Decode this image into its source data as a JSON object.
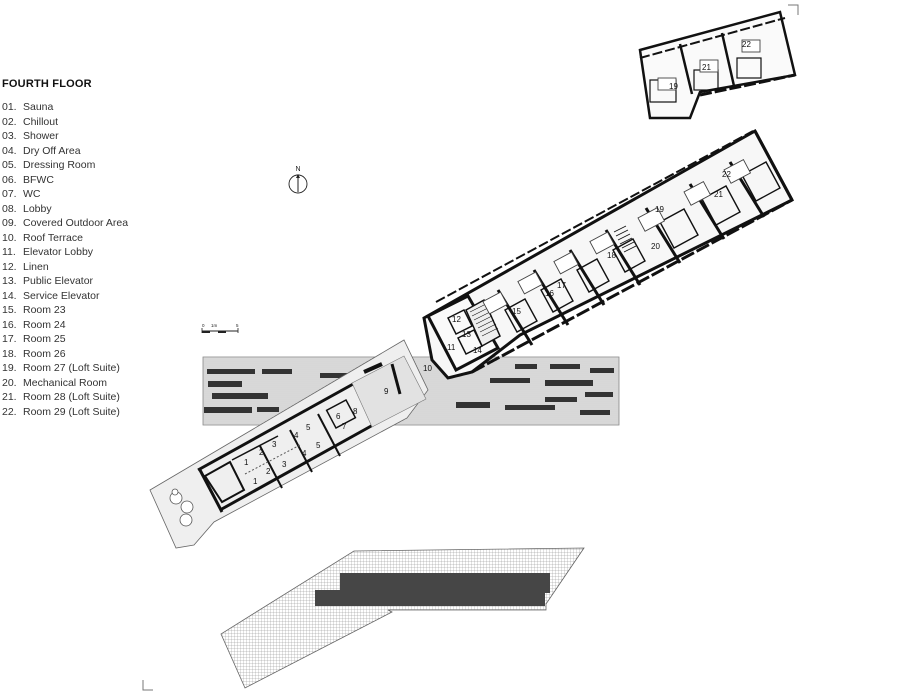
{
  "legend": {
    "title": "FOURTH FLOOR",
    "items": [
      {
        "num": "01.",
        "label": "Sauna"
      },
      {
        "num": "02.",
        "label": "Chillout"
      },
      {
        "num": "03.",
        "label": "Shower"
      },
      {
        "num": "04.",
        "label": "Dry Off Area"
      },
      {
        "num": "05.",
        "label": "Dressing Room"
      },
      {
        "num": "06.",
        "label": "BFWC"
      },
      {
        "num": "07.",
        "label": "WC"
      },
      {
        "num": "08.",
        "label": "Lobby"
      },
      {
        "num": "09.",
        "label": "Covered Outdoor Area"
      },
      {
        "num": "10.",
        "label": "Roof Terrace"
      },
      {
        "num": "11.",
        "label": "Elevator Lobby"
      },
      {
        "num": "12.",
        "label": "Linen"
      },
      {
        "num": "13.",
        "label": "Public Elevator"
      },
      {
        "num": "14.",
        "label": "Service Elevator"
      },
      {
        "num": "15.",
        "label": "Room 23"
      },
      {
        "num": "16.",
        "label": "Room 24"
      },
      {
        "num": "17.",
        "label": "Room 25"
      },
      {
        "num": "18.",
        "label": "Room 26"
      },
      {
        "num": "19.",
        "label": "Room 27 (Loft Suite)"
      },
      {
        "num": "20.",
        "label": "Mechanical Room"
      },
      {
        "num": "21.",
        "label": "Room 28 (Loft Suite)"
      },
      {
        "num": "22.",
        "label": "Room 29 (Loft Suite)"
      }
    ]
  },
  "north_arrow": {
    "label": "N"
  },
  "scale_bar": {
    "zero": "0",
    "one": "1m",
    "five": "5"
  },
  "room_tags": {
    "sauna_1a": "1",
    "sauna_1b": "1",
    "chill_2a": "2",
    "chill_2b": "2",
    "shower_3a": "3",
    "shower_3b": "3",
    "dry_4a": "4",
    "dry_4b": "4",
    "dress_5a": "5",
    "dress_5b": "5",
    "bfwc_6": "6",
    "wc_7": "7",
    "lobby_8": "8",
    "covered_9": "9",
    "terrace_10": "10",
    "elev_lobby_11": "11",
    "linen_12": "12",
    "pub_elev_13": "13",
    "svc_elev_14": "14",
    "room_15": "15",
    "room_16": "16",
    "room_17": "17",
    "room_18": "18",
    "room_19": "19",
    "mech_20": "20",
    "room_21": "21",
    "room_22": "22",
    "inset_19": "19",
    "inset_21": "21",
    "inset_22": "22"
  },
  "colors": {
    "wall": "#111111",
    "light_fill": "#f2f2f2",
    "mid_fill": "#d9d9d9",
    "roof_fill": "#e4e4e4",
    "line": "#555555"
  }
}
